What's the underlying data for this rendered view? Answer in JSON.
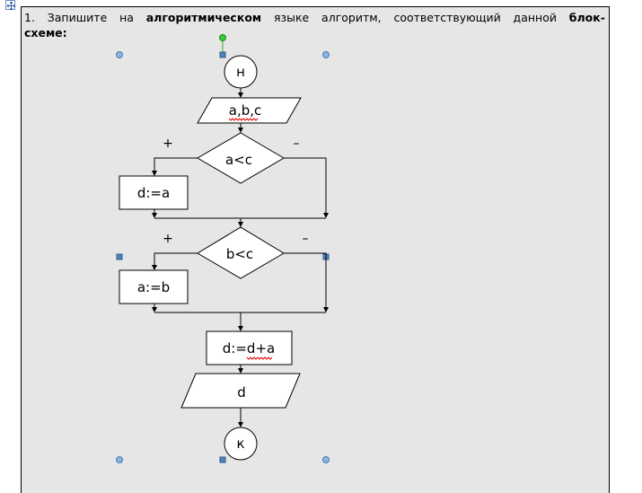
{
  "task": {
    "line1_words": [
      "1.",
      "Запишите",
      "на",
      "алгоритмическом",
      "языке",
      "алгоритм,",
      "соответствующий",
      "данной",
      "блок-"
    ],
    "line1_bold": [
      false,
      false,
      false,
      true,
      false,
      false,
      false,
      false,
      true
    ],
    "line2": "схеме:"
  },
  "flowchart": {
    "start": "н",
    "input": "a,b,c",
    "cond1": "a<c",
    "cond1_yes": "+",
    "cond1_no": "–",
    "assign1": "d:=a",
    "cond2": "b<c",
    "cond2_yes": "+",
    "cond2_no": "–",
    "assign2": "a:=b",
    "assign3": "d:=d+a",
    "output": "d",
    "end": "к"
  }
}
